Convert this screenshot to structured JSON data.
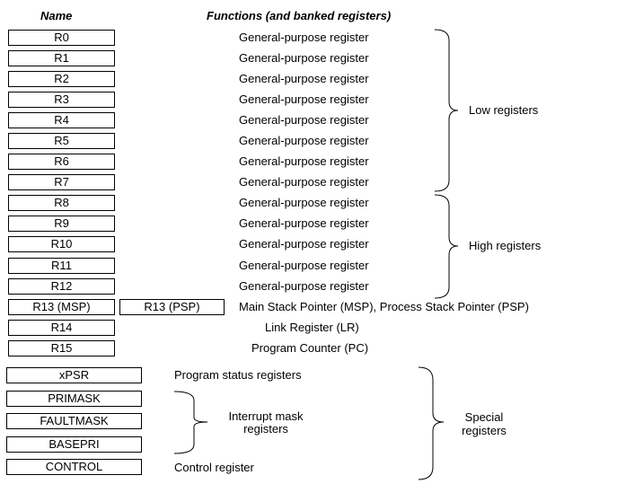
{
  "headers": {
    "name": "Name",
    "functions": "Functions (and banked registers)"
  },
  "registers": [
    {
      "name": "R0",
      "function": "General-purpose register"
    },
    {
      "name": "R1",
      "function": "General-purpose register"
    },
    {
      "name": "R2",
      "function": "General-purpose register"
    },
    {
      "name": "R3",
      "function": "General-purpose register"
    },
    {
      "name": "R4",
      "function": "General-purpose register"
    },
    {
      "name": "R5",
      "function": "General-purpose register"
    },
    {
      "name": "R6",
      "function": "General-purpose register"
    },
    {
      "name": "R7",
      "function": "General-purpose register"
    },
    {
      "name": "R8",
      "function": "General-purpose register"
    },
    {
      "name": "R9",
      "function": "General-purpose register"
    },
    {
      "name": "R10",
      "function": "General-purpose register"
    },
    {
      "name": "R11",
      "function": "General-purpose register"
    },
    {
      "name": "R12",
      "function": "General-purpose register"
    }
  ],
  "r13": {
    "msp": "R13 (MSP)",
    "psp": "R13 (PSP)",
    "function": "Main Stack Pointer (MSP), Process Stack Pointer (PSP)"
  },
  "r14": {
    "name": "R14",
    "function": "Link Register (LR)"
  },
  "r15": {
    "name": "R15",
    "function": "Program Counter (PC)"
  },
  "groups": {
    "low": "Low registers",
    "high": "High registers"
  },
  "special": {
    "xpsr": "xPSR",
    "primask": "PRIMASK",
    "faultmask": "FAULTMASK",
    "basepri": "BASEPRI",
    "control": "CONTROL",
    "program_status": "Program status registers",
    "interrupt_mask_line1": "Interrupt mask",
    "interrupt_mask_line2": "registers",
    "control_register": "Control register",
    "group_line1": "Special",
    "group_line2": "registers"
  }
}
